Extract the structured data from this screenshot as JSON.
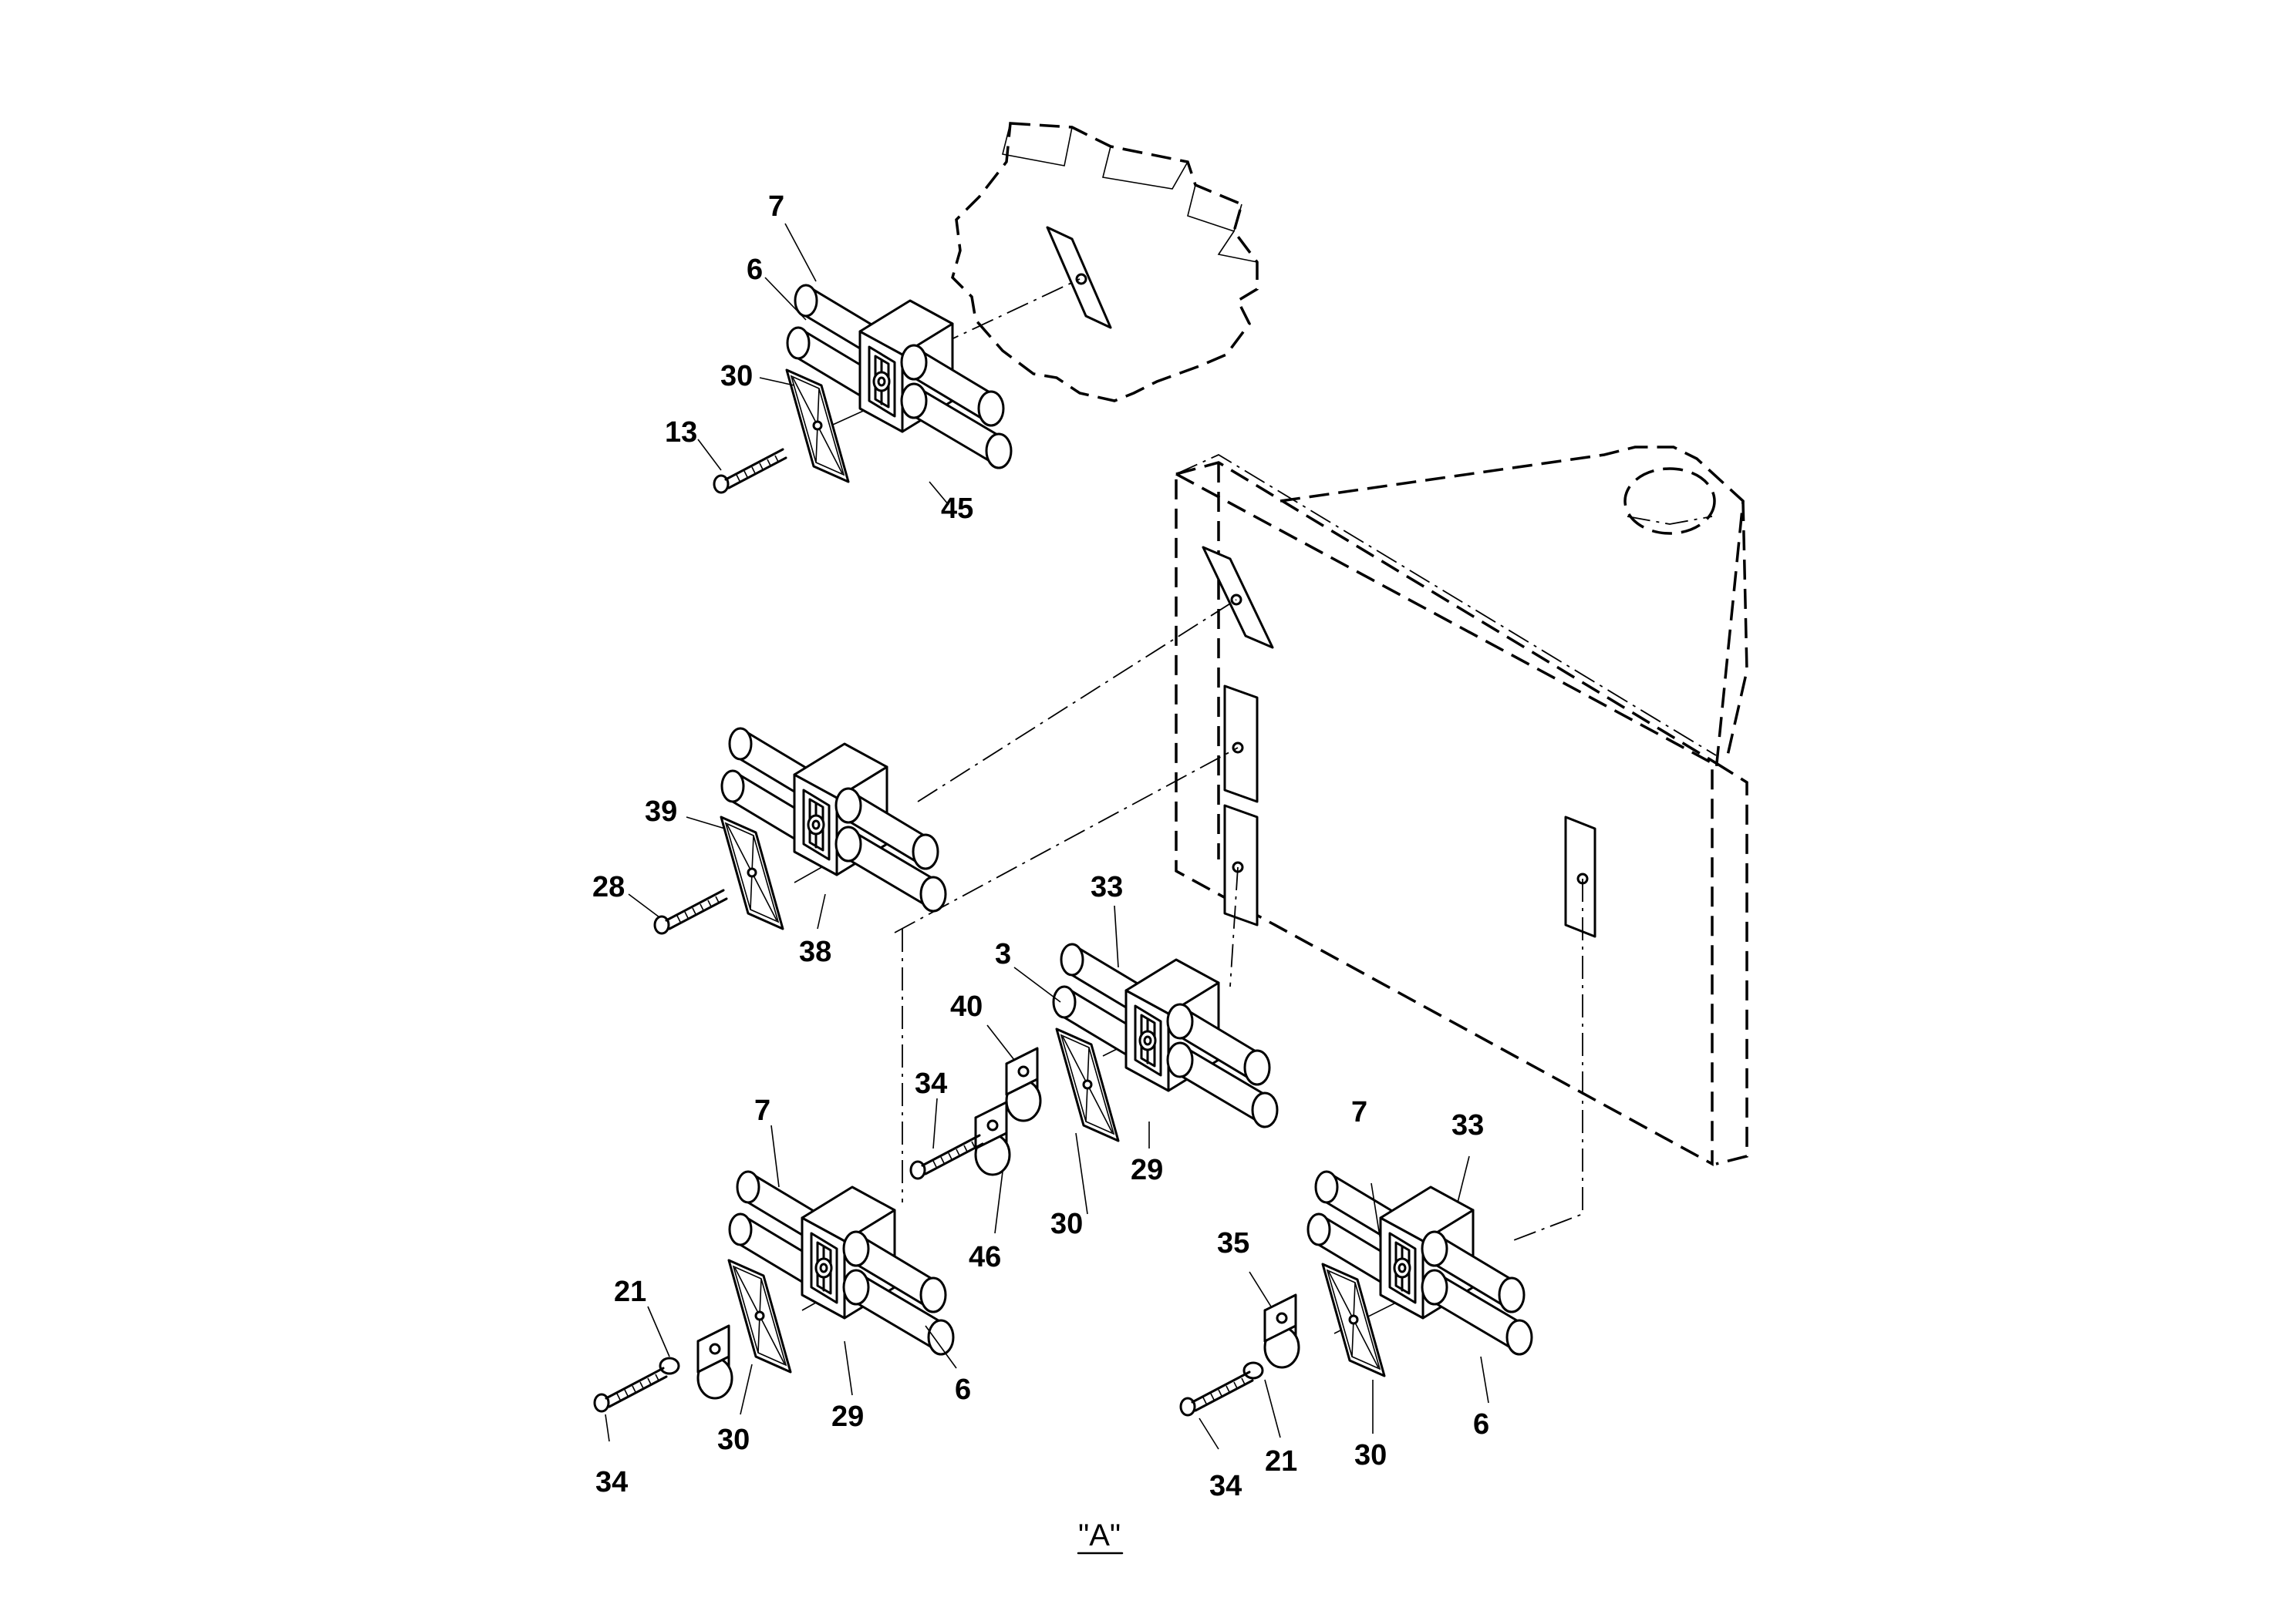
{
  "view_label": "\"A\"",
  "callouts": {
    "c_7a": "7",
    "c_6a": "6",
    "c_30a": "30",
    "c_13": "13",
    "c_45": "45",
    "c_39": "39",
    "c_28": "28",
    "c_38": "38",
    "c_33a": "33",
    "c_3": "3",
    "c_40": "40",
    "c_34a": "34",
    "c_30b": "30",
    "c_29a": "29",
    "c_46": "46",
    "c_7b": "7",
    "c_21a": "21",
    "c_30c": "30",
    "c_29b": "29",
    "c_6b": "6",
    "c_34b": "34",
    "c_7c": "7",
    "c_33b": "33",
    "c_35": "35",
    "c_30d": "30",
    "c_21b": "21",
    "c_6c": "6",
    "c_34c": "34"
  }
}
